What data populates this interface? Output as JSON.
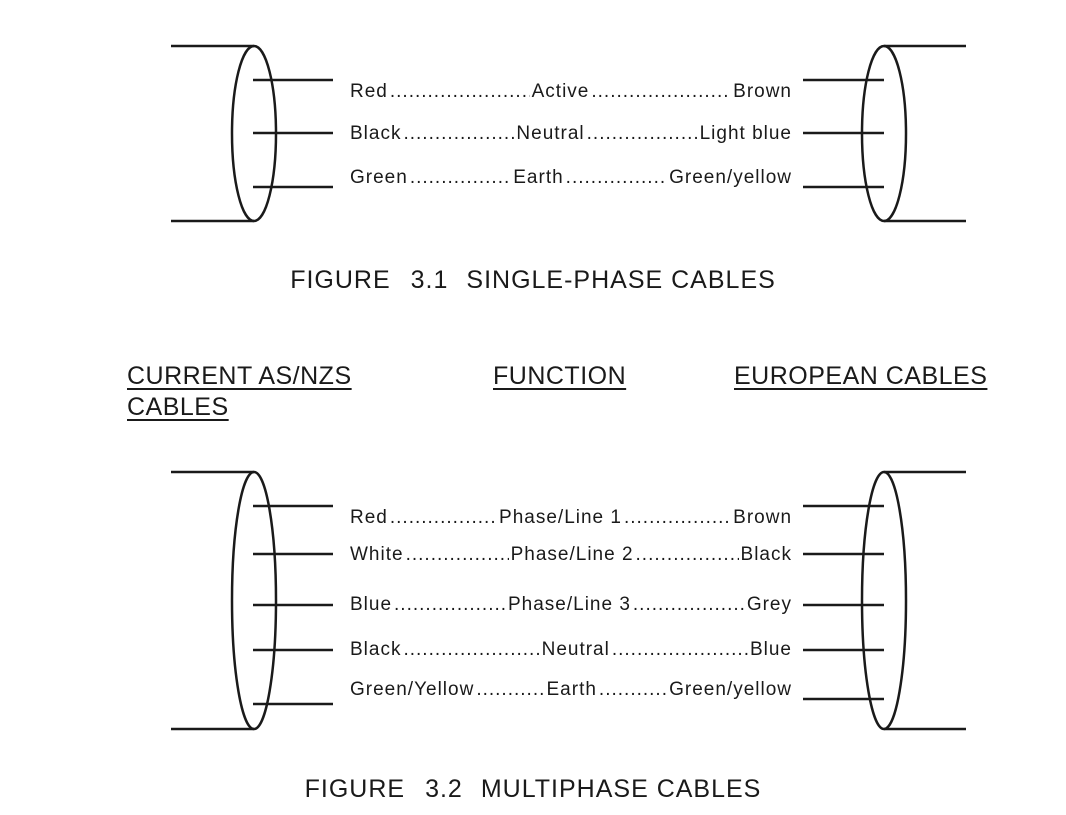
{
  "figure1": {
    "caption_label": "FIGURE",
    "caption_number": "3.1",
    "caption_title": "SINGLE-PHASE CABLES",
    "rows": [
      {
        "left": "Red",
        "function": "Active",
        "right": "Brown"
      },
      {
        "left": "Black",
        "function": "Neutral",
        "right": "Light blue"
      },
      {
        "left": "Green",
        "function": "Earth",
        "right": "Green/yellow"
      }
    ]
  },
  "headers": {
    "left_line1": "CURRENT AS/NZS",
    "left_line2": "CABLES",
    "middle": "FUNCTION",
    "right": "EUROPEAN CABLES"
  },
  "figure2": {
    "caption_label": "FIGURE",
    "caption_number": "3.2",
    "caption_title": "MULTIPHASE CABLES",
    "rows": [
      {
        "left": "Red",
        "function": "Phase/Line 1",
        "right": "Brown"
      },
      {
        "left": "White",
        "function": "Phase/Line 2",
        "right": "Black"
      },
      {
        "left": "Blue",
        "function": "Phase/Line 3",
        "right": "Grey"
      },
      {
        "left": "Black",
        "function": "Neutral",
        "right": "Blue"
      },
      {
        "left": "Green/Yellow",
        "function": "Earth",
        "right": "Green/yellow"
      }
    ]
  }
}
